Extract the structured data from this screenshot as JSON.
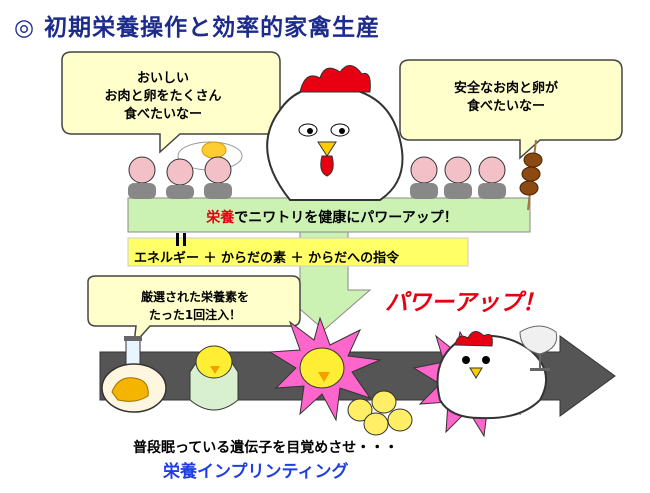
{
  "title": "◎ 初期栄養操作と効率的家禽生産",
  "bubbles": {
    "left": [
      "おいしい",
      "お肉と卵をたくさん",
      "食べたいなー"
    ],
    "right": [
      "安全なお肉と卵が",
      "食べたいなー"
    ],
    "bottom": [
      "厳選された栄養素を",
      "たった1回注入！"
    ]
  },
  "green_bar": {
    "highlight": "栄養",
    "rest": "でニワトリを健康にパワーアップ！"
  },
  "yellow_bar": "エネルギー ＋ からだの素 ＋ からだへの指令",
  "powerup": "パワーアップ！",
  "bottom": {
    "line1": "普段眠っている遺伝子を目覚めさせ・・・",
    "line2": "栄養インプリンティング"
  },
  "colors": {
    "title": "#1d2c8c",
    "green": "#ccf2b3",
    "yellow": "#ffff66",
    "red": "#e60012",
    "blue": "#1f3fe0"
  }
}
